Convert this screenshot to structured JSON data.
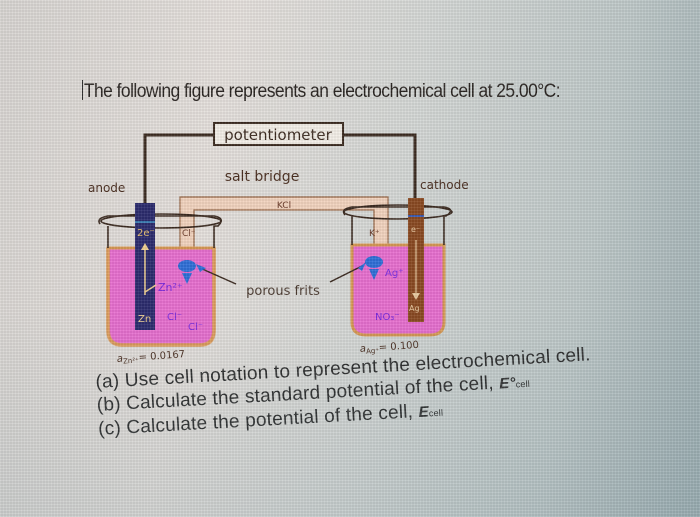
{
  "heading": {
    "text": "The following figure represents an electrochemical cell at 25.00°C:"
  },
  "diagram": {
    "potentiometer_label": "potentiometer",
    "salt_bridge_label": "salt bridge",
    "salt_bridge_content": "KCl",
    "anode_label": "anode",
    "cathode_label": "cathode",
    "porous_frits_label": "porous frits",
    "left_half_cell": {
      "electrode": "Zn",
      "electrons": "2e⁻",
      "cation": "Zn²⁺",
      "bridge_ion": "Cl⁻",
      "anions": [
        "Cl⁻",
        "Cl⁻"
      ],
      "activity_label": "a",
      "activity_species": "Zn²⁺",
      "activity_value": "= 0.0167"
    },
    "right_half_cell": {
      "electrode": "Ag",
      "electrons": "e⁻",
      "cation": "Ag⁺",
      "bridge_ion": "K⁺",
      "anion": "NO₃⁻",
      "activity_label": "a",
      "activity_species": "Ag⁺",
      "activity_value": "= 0.100"
    },
    "colors": {
      "solution": "#e86fd0",
      "solution_edge": "#d89a55",
      "zn_electrode": "#2c2c6e",
      "ag_electrode": "#8a4a22",
      "salt_bridge": "#f3d4bf",
      "frit": "#2f6fd8",
      "wire": "#3b2a20",
      "ion_text": "#7a2be0"
    }
  },
  "questions": [
    {
      "prefix": "(a)",
      "text": "Use cell notation to represent the electrochemical cell."
    },
    {
      "prefix": "(b)",
      "text": "Calculate the standard potential of the cell, ",
      "symbol": "E°",
      "subscript": "cell"
    },
    {
      "prefix": "(c)",
      "text": "Calculate the potential of the cell, ",
      "symbol": "E",
      "subscript": "cell"
    }
  ]
}
